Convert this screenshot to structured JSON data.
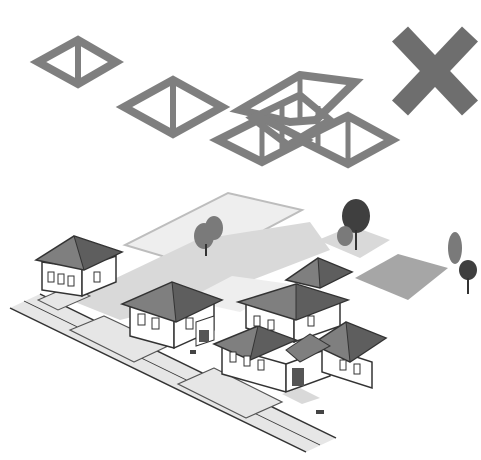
{
  "diagram": {
    "colors": {
      "roof": "#7f7f7f",
      "roof_light": "#a3a3a3",
      "roof_dark": "#5e5e5e",
      "wall": "#ffffff",
      "line": "#333333",
      "ground": "#d9d9d9",
      "ground_dark": "#a6a6a6",
      "lot": "#eeeeee",
      "street": "#e6e6e6",
      "cross": "#6e6e6e",
      "tree": "#7a7a7a",
      "tree_dark": "#3f3f3f"
    },
    "roof_plans": [
      {
        "shape": "hip-small",
        "status": "allowed"
      },
      {
        "shape": "hip-medium",
        "status": "allowed"
      },
      {
        "shape": "complex-cross-hip",
        "status": "not-allowed"
      }
    ],
    "cross_icon": "x-mark-icon",
    "houses": [
      {
        "kind": "single-storey-hip-roof"
      },
      {
        "kind": "single-storey-hip-roof-with-porch"
      },
      {
        "kind": "two-storey-complex-hip-roof"
      }
    ]
  }
}
